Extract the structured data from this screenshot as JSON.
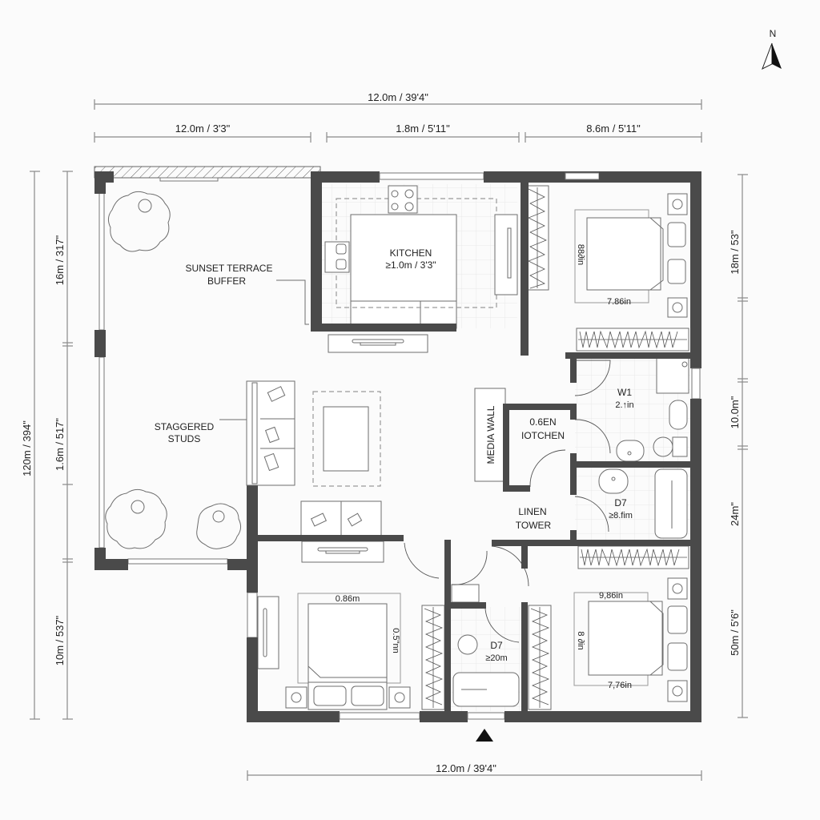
{
  "north_arrow": {
    "label": "N"
  },
  "dimensions": {
    "top_overall": "12.0m / 39'4\"",
    "top_segments": [
      "12.0m / 3'3\"",
      "1.8m / 5'11\"",
      "8.6m / 5'11\""
    ],
    "left_overall": "120m / 394\"",
    "left_segments": [
      "16m / 317\"",
      "1.6m / 517\"",
      "10m / 537\""
    ],
    "right_segments": [
      "18m / 53\"",
      "10.0m\"",
      "24m\"",
      "50m / 5'6\""
    ],
    "bottom_overall": "12.0m / 39'4\""
  },
  "rooms": {
    "terrace": {
      "line1": "SUNSET TERRACE",
      "line2": "BUFFER"
    },
    "studs": {
      "line1": "STAGGERED",
      "line2": "STUDS"
    },
    "kitchen": {
      "name": "KITCHEN",
      "size": "≥1.0m / 3'3\""
    },
    "bedroom_ne": {
      "bed_width": "7.86in",
      "bed_length": "88∂in"
    },
    "w1": {
      "name": "W1",
      "size": "2.↑in"
    },
    "media_wall": {
      "label": "MEDIA WALL"
    },
    "pantry": {
      "line1": "0.6EN",
      "line2": "ΙOTCHEN"
    },
    "d7_upper": {
      "name": "D7",
      "size": "≥8.fim"
    },
    "linen": {
      "line1": "LINEN",
      "line2": "TOWER"
    },
    "bedroom_sw": {
      "bed_width": "0.86m",
      "bed_length": "0.5\"nn"
    },
    "d7_lower": {
      "name": "D7",
      "size": "≥20m"
    },
    "bedroom_se": {
      "bed_width_top": "9,86in",
      "bed_width_bottom": "7,76in",
      "bed_length": "8 ∂in"
    }
  },
  "entry": {
    "marker": "entry-arrow"
  }
}
